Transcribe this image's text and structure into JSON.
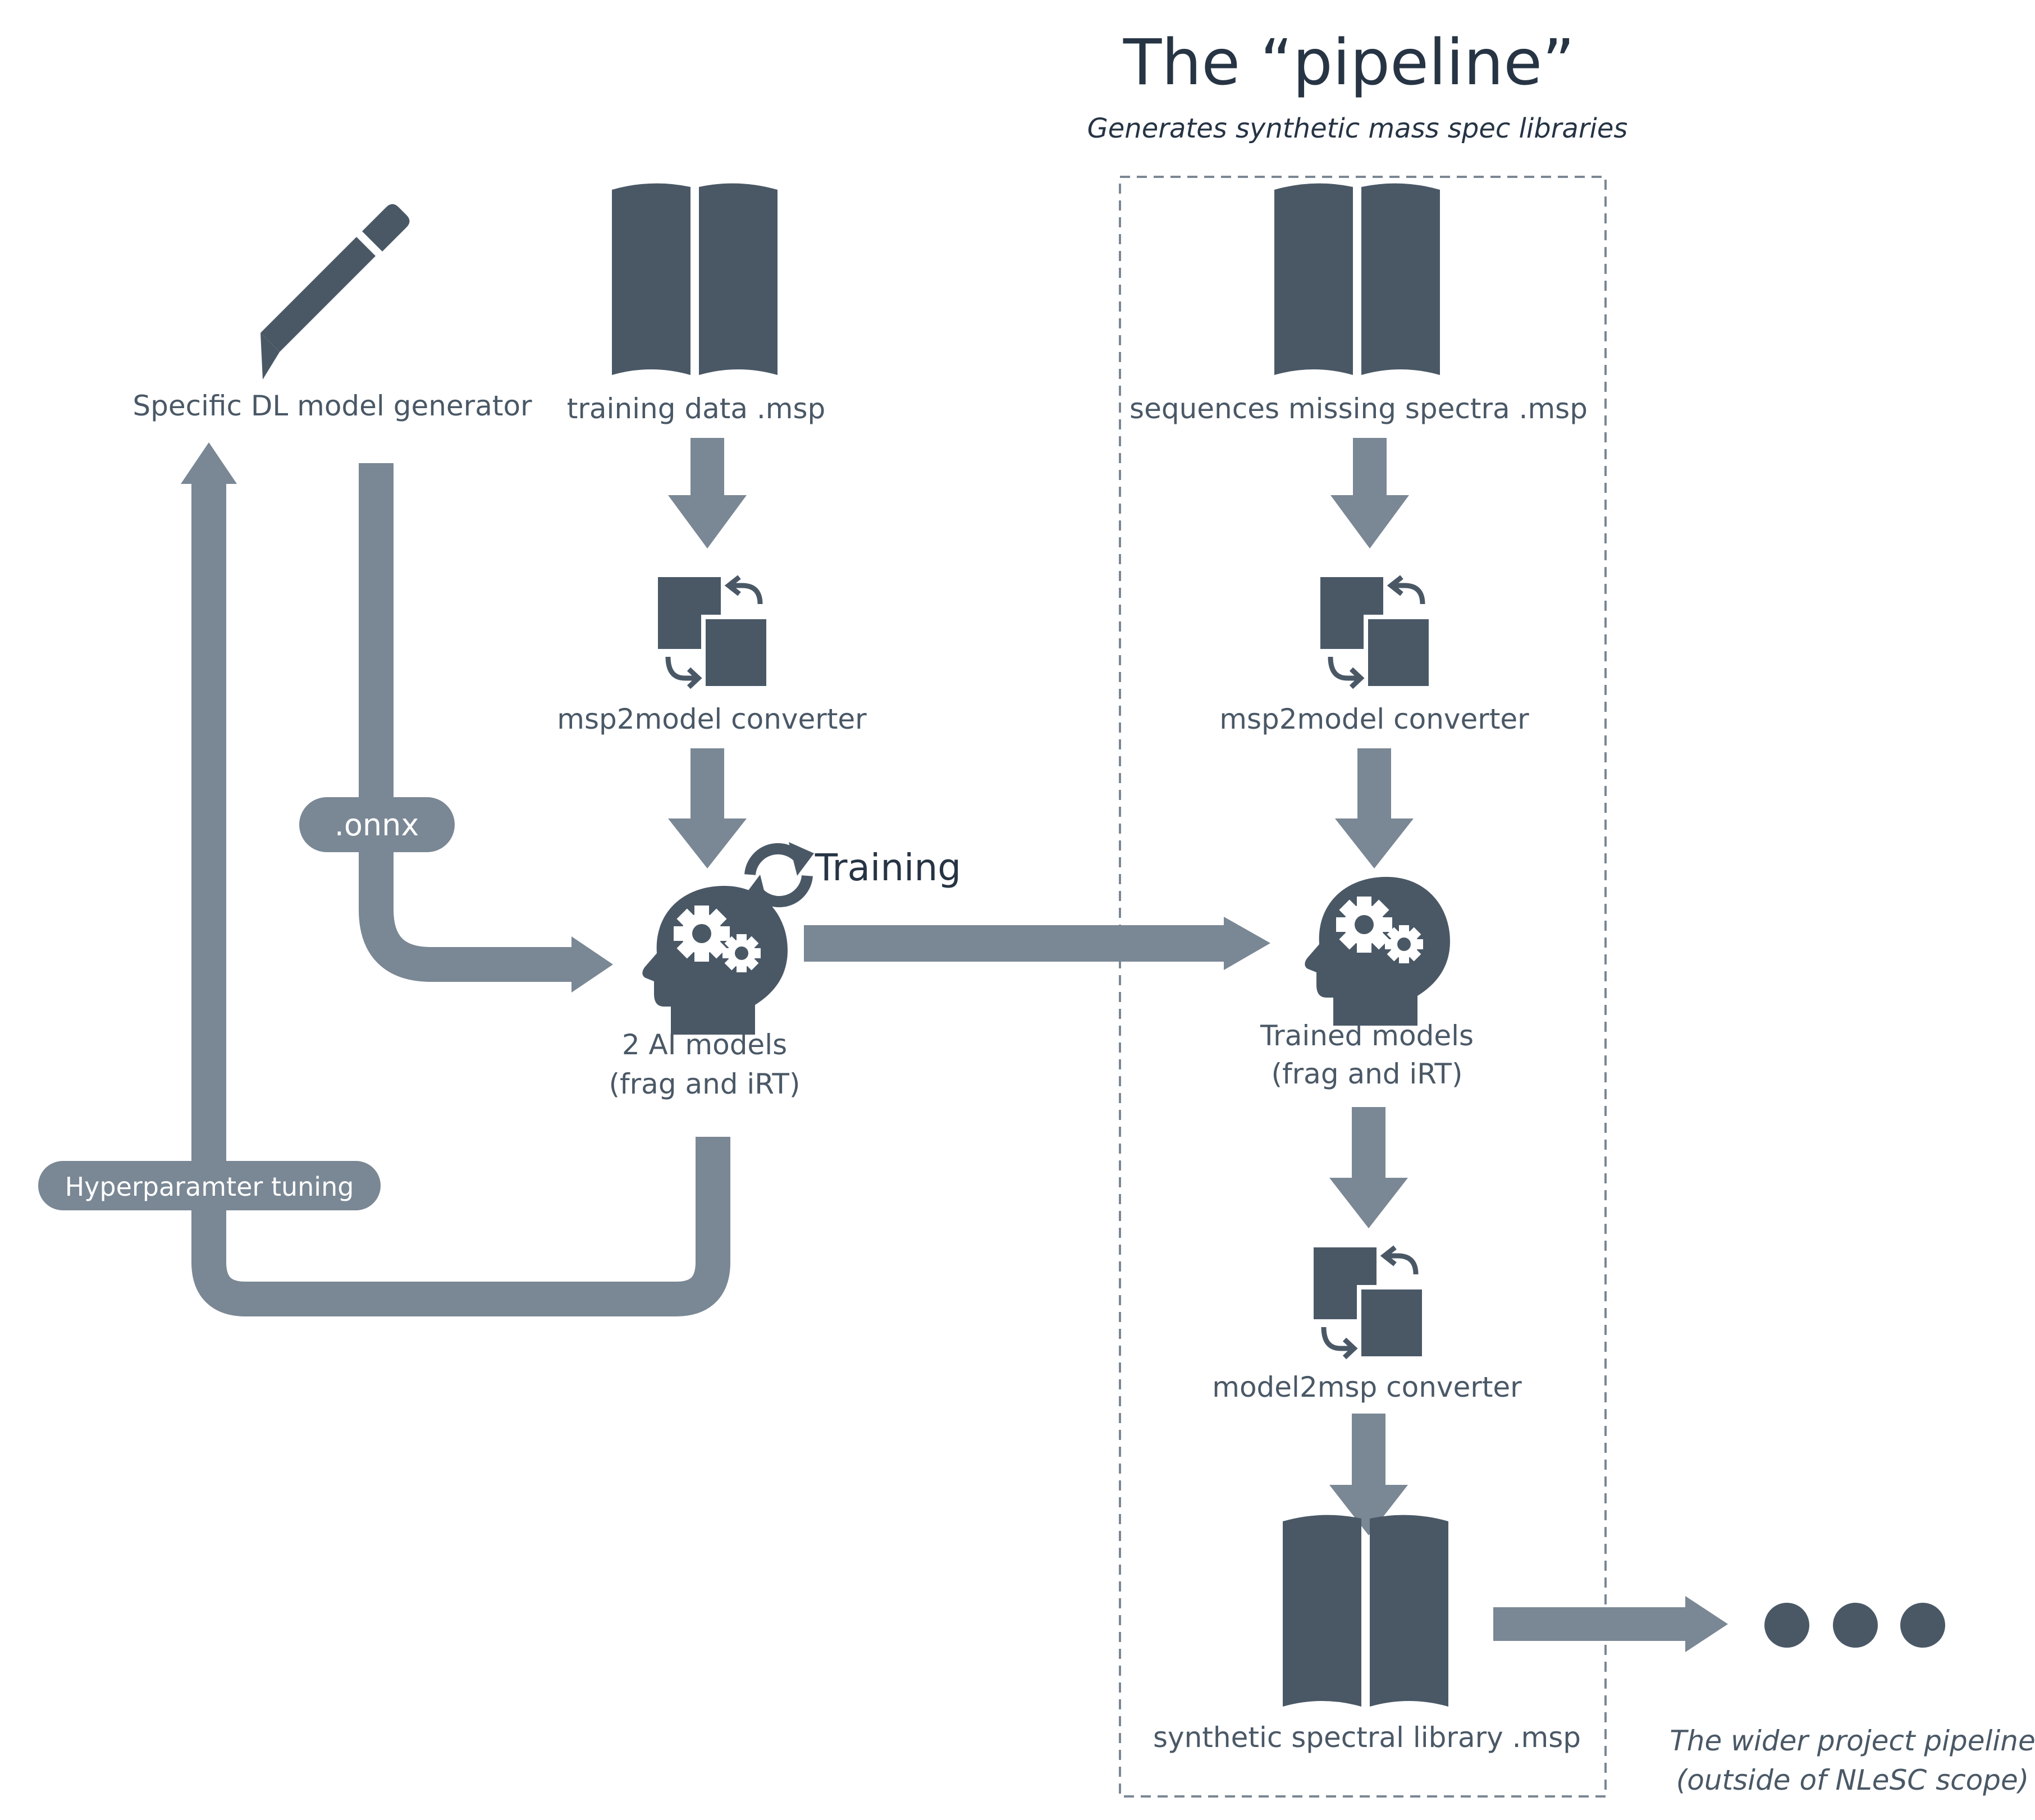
{
  "header": {
    "title": "The “pipeline”",
    "subtitle": "Generates synthetic mass spec libraries"
  },
  "left": {
    "generator_label": "Specific DL model generator",
    "training_data_label": "training data .msp",
    "converter_label": "msp2model converter",
    "training_label": "Training",
    "models_label_line1": "2 AI models",
    "models_label_line2": "(frag and iRT)",
    "onnx_badge": ".onnx",
    "tuning_badge": "Hyperparamter tuning"
  },
  "pipeline": {
    "sequences_label": "sequences missing spectra .msp",
    "converter_label": "msp2model converter",
    "trained_label_line1": "Trained models",
    "trained_label_line2": "(frag and iRT)",
    "model2msp_label": "model2msp converter",
    "library_label": "synthetic spectral library .msp"
  },
  "wider": {
    "line1": "The wider project pipeline",
    "line2": "(outside of NLeSC scope)"
  },
  "colors": {
    "icon": "#4a5866",
    "arrow": "#7a8794",
    "text": "#4a5866",
    "title": "#263444",
    "badge_text": "#ffffff",
    "frame": "#7a8794"
  },
  "icons": [
    "pencil-icon",
    "book-icon",
    "convert-icon",
    "ai-head-icon",
    "refresh-icon",
    "ellipsis-dots"
  ]
}
